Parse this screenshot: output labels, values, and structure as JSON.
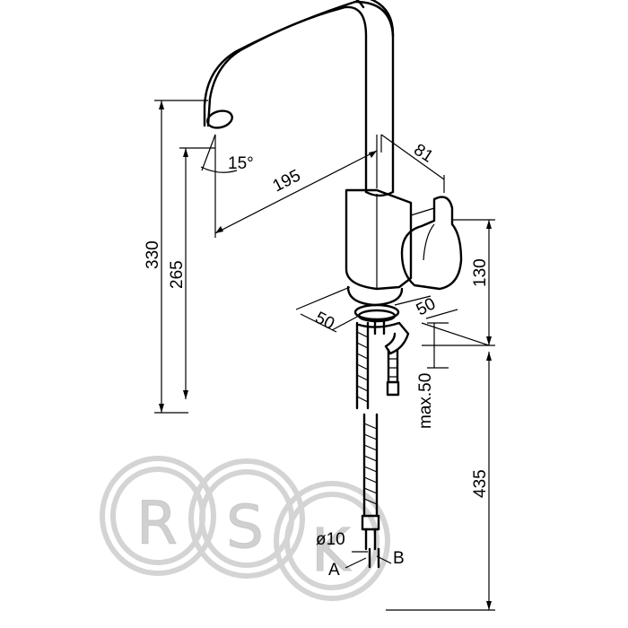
{
  "dimensions": {
    "height_total": "330",
    "height_spout": "265",
    "reach": "195",
    "angle": "15°",
    "depth": "81",
    "body_height": "130",
    "base_left": "50",
    "base_right": "50",
    "max_thickness": "max.50",
    "hose_length": "435",
    "hose_diameter": "ø10"
  },
  "connections": {
    "a": "A",
    "b": "B"
  },
  "watermark": {
    "letters": [
      "R",
      "S",
      "K"
    ],
    "colors": {
      "ring": "#d4d4d4",
      "letter": "#d0d0d0"
    }
  }
}
